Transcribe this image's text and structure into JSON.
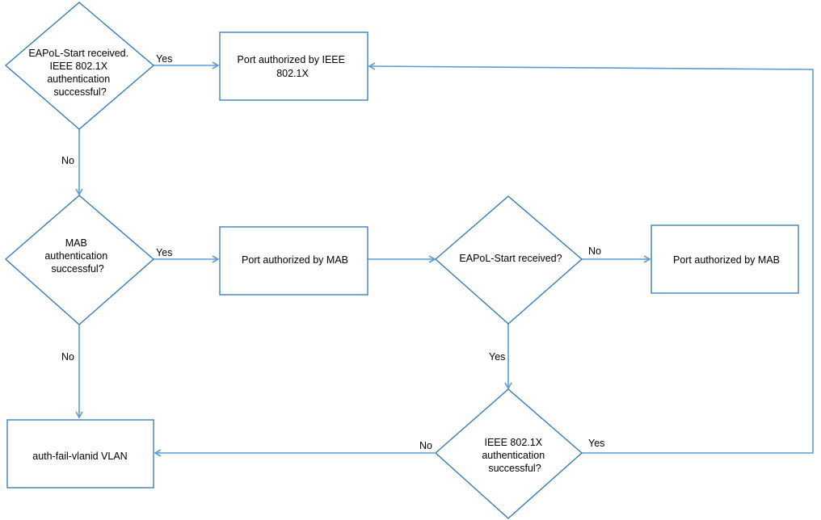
{
  "nodes": {
    "d1": {
      "lines": [
        "EAPoL-Start received.",
        "IEEE 802.1X",
        "authentication",
        "successful?"
      ]
    },
    "d2": {
      "lines": [
        "MAB",
        "authentication",
        "successful?"
      ]
    },
    "d3": {
      "lines": [
        "EAPoL-Start received?"
      ]
    },
    "d4": {
      "lines": [
        "IEEE 802.1X",
        "authentication",
        "successful?"
      ]
    },
    "p1": {
      "lines": [
        "Port authorized by IEEE",
        "802.1X"
      ]
    },
    "p2": {
      "lines": [
        "Port authorized by MAB"
      ]
    },
    "p3": {
      "lines": [
        "Port authorized by MAB"
      ]
    },
    "p4": {
      "lines": [
        "auth-fail-vlanid VLAN"
      ]
    }
  },
  "edges": {
    "d1_yes": "Yes",
    "d1_no": "No",
    "d2_yes": "Yes",
    "d2_no": "No",
    "d3_no": "No",
    "d3_yes": "Yes",
    "d4_no": "No",
    "d4_yes": "Yes"
  },
  "colors": {
    "shape_outline": "#2e75b6",
    "connector": "#5b9bd5",
    "text": "#000000",
    "background": "#ffffff"
  }
}
